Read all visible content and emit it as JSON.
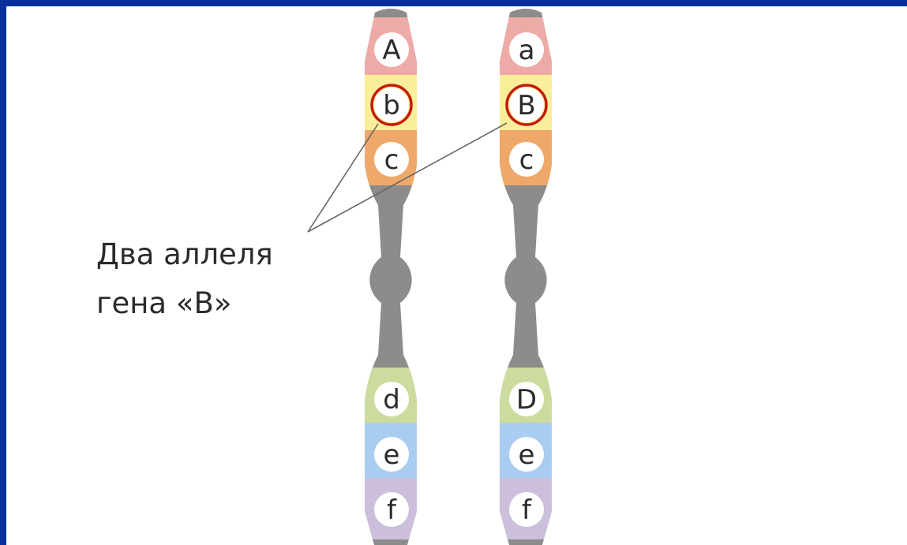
{
  "caption": {
    "line1": "Два аллеля",
    "line2": "гена «В»"
  },
  "chromosomes": [
    {
      "name": "chromosome-left",
      "genes": [
        {
          "band": "A",
          "color": "#eeaaa6",
          "highlighted": false
        },
        {
          "band": "b",
          "color": "#fbee9a",
          "highlighted": true
        },
        {
          "band": "c",
          "color": "#eea86a",
          "highlighted": false
        },
        {
          "band": "d",
          "color": "#cbdc9e",
          "highlighted": false
        },
        {
          "band": "e",
          "color": "#a9cdf0",
          "highlighted": false
        },
        {
          "band": "f",
          "color": "#cbbfdc",
          "highlighted": false
        }
      ]
    },
    {
      "name": "chromosome-right",
      "genes": [
        {
          "band": "a",
          "color": "#eeaaa6",
          "highlighted": false
        },
        {
          "band": "B",
          "color": "#fbee9a",
          "highlighted": true
        },
        {
          "band": "c",
          "color": "#eea86a",
          "highlighted": false
        },
        {
          "band": "D",
          "color": "#cbdc9e",
          "highlighted": false
        },
        {
          "band": "e",
          "color": "#a9cdf0",
          "highlighted": false
        },
        {
          "band": "f",
          "color": "#cbbfdc",
          "highlighted": false
        }
      ]
    }
  ],
  "colors": {
    "frame": "#0a2f9c",
    "chromatin": "#8c8c8c",
    "highlight_ring": "#c41a0c",
    "pointer_line": "#666666"
  }
}
